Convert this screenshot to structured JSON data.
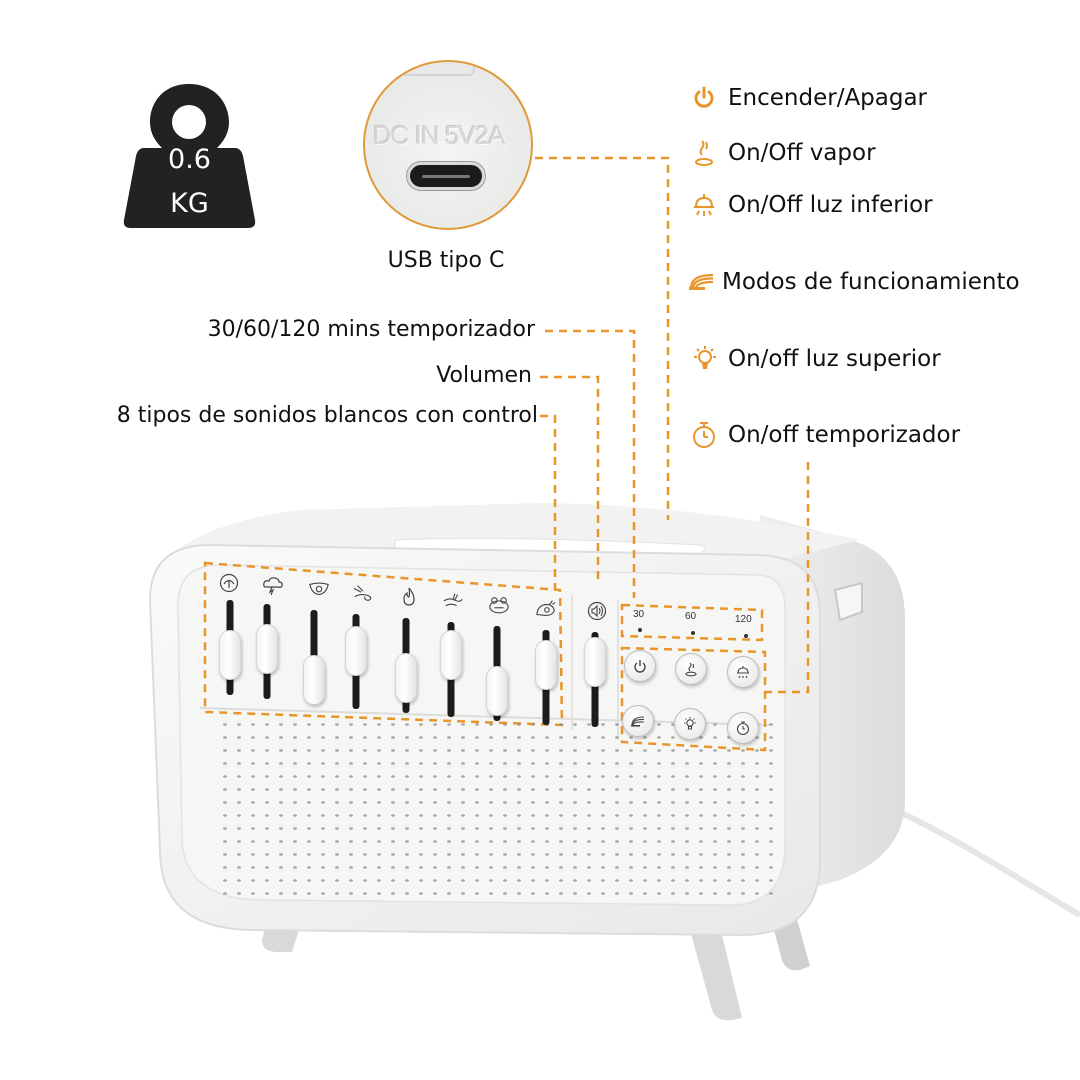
{
  "weight": {
    "value": "0.6",
    "unit": "KG"
  },
  "usb": {
    "inset_text": "DC IN 5V2A",
    "label": "USB tipo C"
  },
  "right_callouts": [
    {
      "icon": "power-icon",
      "label": "Encender/Apagar"
    },
    {
      "icon": "steam-icon",
      "label": "On/Off vapor"
    },
    {
      "icon": "lower-light-icon",
      "label": "On/Off luz inferior"
    },
    {
      "icon": "modes-rainbow-icon",
      "label": "Modos de funcionamiento"
    },
    {
      "icon": "bulb-icon",
      "label": "On/off luz superior"
    },
    {
      "icon": "timer-icon",
      "label": "On/off temporizador"
    }
  ],
  "left_callouts": [
    {
      "label": "30/60/120 mins temporizador"
    },
    {
      "label": "Volumen"
    },
    {
      "label": "8 tipos de sonidos blancos con control"
    }
  ],
  "device": {
    "sound_icons": [
      "rain-umbrella-icon",
      "thunderstorm-icon",
      "ocean-wave-icon",
      "wind-icon",
      "fire-icon",
      "stream-icon",
      "frog-icon",
      "bird-icon"
    ],
    "volume_icon": "speaker-icon",
    "timer_options": [
      "30",
      "60",
      "120"
    ],
    "buttons": [
      "power-icon",
      "steam-icon",
      "lower-light-icon",
      "modes-rainbow-icon",
      "bulb-icon",
      "timer-icon"
    ]
  },
  "colors": {
    "accent": "#E8952C",
    "device_body": "#F4F4F2",
    "text": "#111111"
  }
}
